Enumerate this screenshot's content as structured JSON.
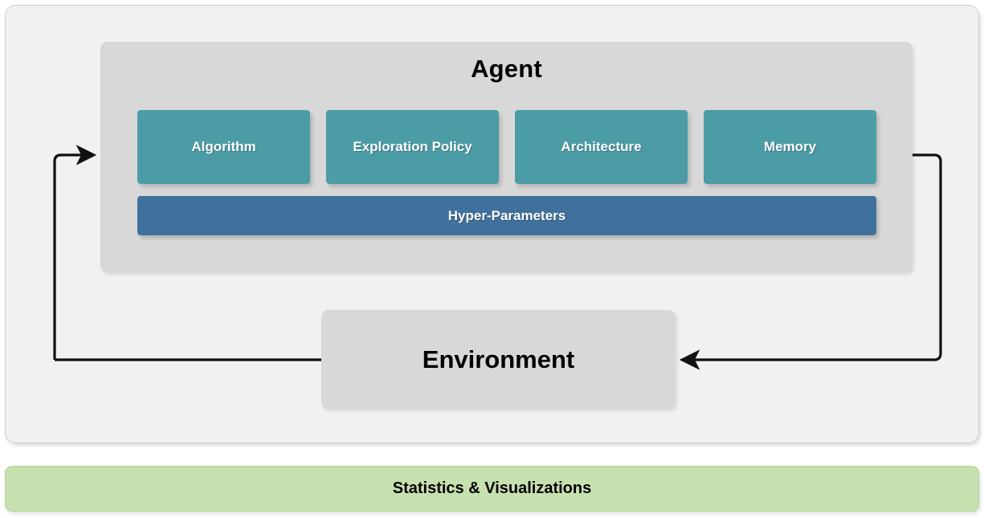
{
  "diagram": {
    "outer_panel": {
      "background_color": "#f1f1f1",
      "border_color": "#cfcfcf"
    },
    "agent": {
      "title": "Agent",
      "background_color": "#d8d8d8",
      "components": [
        {
          "label": "Algorithm",
          "color": "#4c9ca6"
        },
        {
          "label": "Exploration Policy",
          "color": "#4c9ca6"
        },
        {
          "label": "Architecture",
          "color": "#4c9ca6"
        },
        {
          "label": "Memory",
          "color": "#4c9ca6"
        }
      ],
      "hyper_parameters": {
        "label": "Hyper-Parameters",
        "color": "#40719c"
      }
    },
    "environment": {
      "label": "Environment",
      "background_color": "#d8d8d8"
    },
    "statistics": {
      "label": "Statistics & Visualizations",
      "background_color": "#c6e0af"
    },
    "flow": {
      "arrow_color": "#111111",
      "left_arrow_name": "environment-to-agent-arrow",
      "right_arrow_name": "agent-to-environment-arrow"
    }
  }
}
